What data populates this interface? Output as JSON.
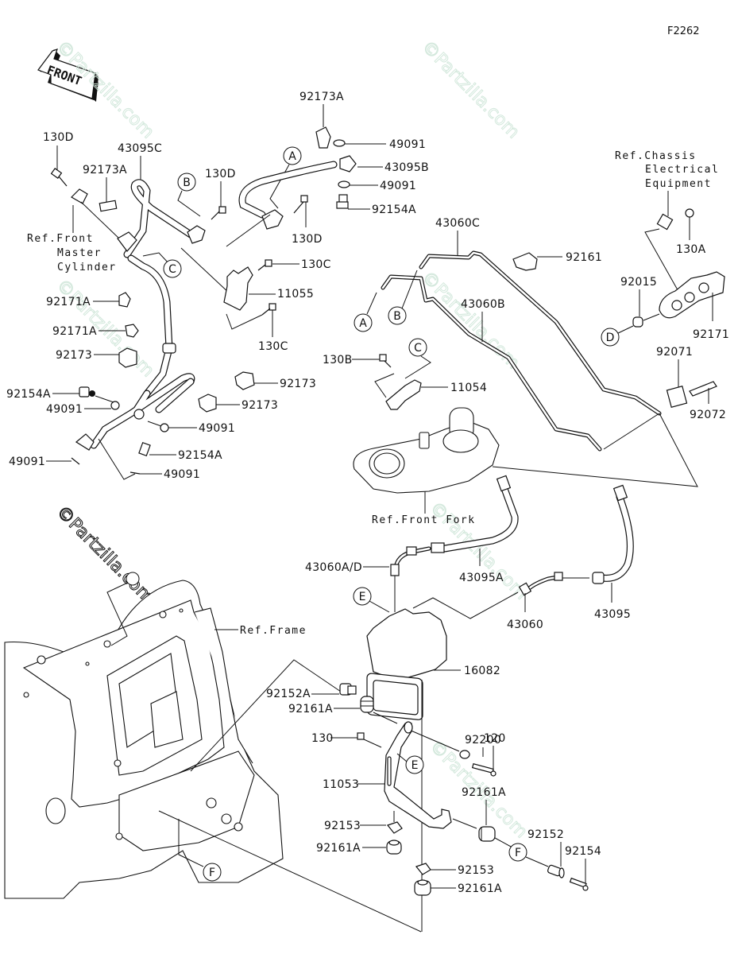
{
  "diagram": {
    "figure_code": "F2262",
    "direction_label": "FRONT",
    "watermark": "©Partzilla.com",
    "references": {
      "front_master_cylinder": [
        "Ref.Front",
        "Master",
        "Cylinder"
      ],
      "chassis_electrical": [
        "Ref.Chassis",
        "Electrical",
        "Equipment"
      ],
      "front_fork": "Ref.Front Fork",
      "frame": "Ref.Frame"
    },
    "connector_markers": [
      "A",
      "B",
      "C",
      "D",
      "E",
      "F"
    ],
    "part_labels": {
      "p130D_a": "130D",
      "p92173A_a": "92173A",
      "p43095C": "43095C",
      "p130D_b": "130D",
      "p92173A_b": "92173A",
      "p49091_a": "49091",
      "p43095B": "43095B",
      "p49091_b": "49091",
      "p92154A_a": "92154A",
      "p130D_c": "130D",
      "p130C_a": "130C",
      "p11055": "11055",
      "p130C_b": "130C",
      "p92171A_a": "92171A",
      "p92171A_b": "92171A",
      "p92173_a": "92173",
      "p92154A_b": "92154A",
      "p49091_c": "49091",
      "p92173_b": "92173",
      "p92173_c": "92173",
      "p49091_d": "49091",
      "p49091_e": "49091",
      "p92154A_c": "92154A",
      "p49091_f": "49091",
      "p43060C": "43060C",
      "p92161": "92161",
      "p43060B": "43060B",
      "p130A": "130A",
      "p92015": "92015",
      "p92171": "92171",
      "p92071": "92071",
      "p92072": "92072",
      "p130B": "130B",
      "p11054": "11054",
      "p43060AD": "43060A/D",
      "p43095A": "43095A",
      "p43060": "43060",
      "p43095": "43095",
      "p16082": "16082",
      "p92152A": "92152A",
      "p92161A_a": "92161A",
      "p92200": "92200",
      "p130": "130",
      "p120": "120",
      "p11053": "11053",
      "p92161A_b": "92161A",
      "p92153_a": "92153",
      "p92161A_c": "92161A",
      "p92152": "92152",
      "p92154": "92154",
      "p92153_b": "92153",
      "p92161A_d": "92161A"
    }
  }
}
